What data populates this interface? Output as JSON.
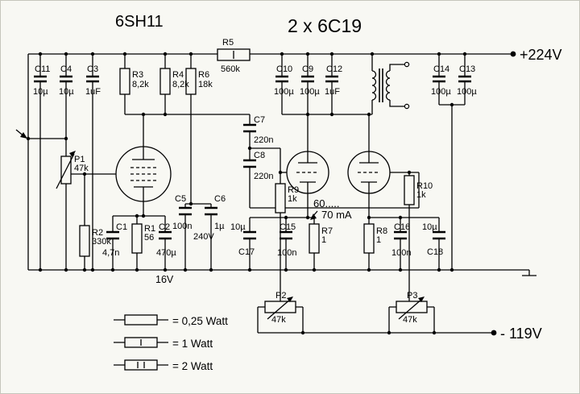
{
  "titles": {
    "driver": "6SH11",
    "output": "2 x 6C19"
  },
  "rails": {
    "pos": "+224V",
    "neg": "- 119V",
    "cathode": "16V"
  },
  "note": {
    "l1": "60.....",
    "l2": "70 mA"
  },
  "comp": {
    "C11": {
      "r": "C11",
      "v": "10µ"
    },
    "C4": {
      "r": "C4",
      "v": "10µ"
    },
    "C3": {
      "r": "C3",
      "v": "1uF"
    },
    "R3": {
      "r": "R3",
      "v": "8,2k"
    },
    "R4": {
      "r": "R4",
      "v": "8,2k"
    },
    "R6": {
      "r": "R6",
      "v": "18k"
    },
    "R5": {
      "r": "R5",
      "v": "560k"
    },
    "C10": {
      "r": "C10",
      "v": "100µ"
    },
    "C9": {
      "r": "C9",
      "v": "100µ"
    },
    "C12": {
      "r": "C12",
      "v": "1uF"
    },
    "C14": {
      "r": "C14",
      "v": "100µ"
    },
    "C13": {
      "r": "C13",
      "v": "100µ"
    },
    "C7": {
      "r": "C7",
      "v": "220n"
    },
    "C8": {
      "r": "C8",
      "v": "220n"
    },
    "P1": {
      "r": "P1",
      "v": "47k"
    },
    "R2": {
      "r": "R2",
      "v": "330k"
    },
    "C1": {
      "r": "C1",
      "v": "4,7n"
    },
    "R1": {
      "r": "R1",
      "v": "56"
    },
    "C2": {
      "r": "C2",
      "v": "470µ"
    },
    "C5": {
      "r": "C5",
      "v": "100n"
    },
    "C6": {
      "r": "C6",
      "v": "1µ",
      "v2": "240V"
    },
    "C17": {
      "r": "C17",
      "v": "10µ"
    },
    "C15": {
      "r": "C15",
      "v": "100n"
    },
    "R7": {
      "r": "R7",
      "v": "1"
    },
    "R9": {
      "r": "R9",
      "v": "1k"
    },
    "R10": {
      "r": "R10",
      "v": "1k"
    },
    "R8": {
      "r": "R8",
      "v": "1"
    },
    "C16": {
      "r": "C16",
      "v": "100n"
    },
    "C18": {
      "r": "C18",
      "v": "10µ"
    },
    "P2": {
      "r": "P2",
      "v": "47k"
    },
    "P3": {
      "r": "P3",
      "v": "47k"
    }
  },
  "legend": {
    "items": [
      {
        "label": "= 0,25 Watt"
      },
      {
        "label": "= 1 Watt"
      },
      {
        "label": "= 2 Watt"
      }
    ]
  }
}
